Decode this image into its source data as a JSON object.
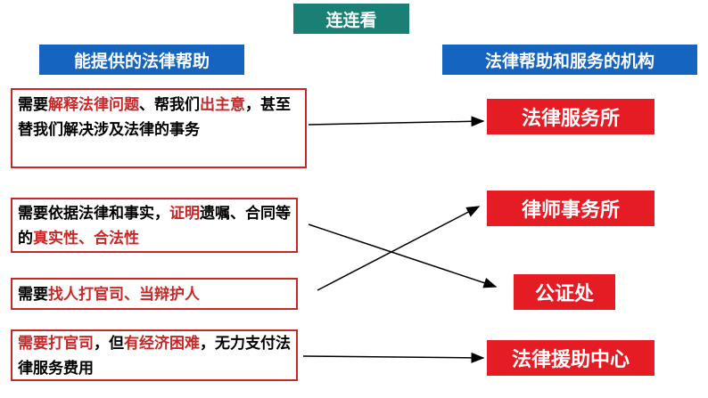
{
  "title": "连连看",
  "headers": {
    "left": "能提供的法律帮助",
    "right": "法律帮助和服务的机构"
  },
  "left_items": [
    {
      "parts": [
        {
          "text": "需要",
          "hl": false
        },
        {
          "text": "解释法律问题",
          "hl": true
        },
        {
          "text": "、帮我们",
          "hl": false
        },
        {
          "text": "出主意",
          "hl": true
        },
        {
          "text": "，甚至替我们解决涉及法律的事务",
          "hl": false
        }
      ]
    },
    {
      "parts": [
        {
          "text": "需要依据法律和事实，",
          "hl": false
        },
        {
          "text": "证明",
          "hl": true
        },
        {
          "text": "遗嘱、合同等的",
          "hl": false
        },
        {
          "text": "真实性、合法性",
          "hl": true
        }
      ]
    },
    {
      "parts": [
        {
          "text": "需要",
          "hl": false
        },
        {
          "text": "找人打官司、当辩护人",
          "hl": true
        }
      ]
    },
    {
      "parts": [
        {
          "text": "需要打官司",
          "hl": true
        },
        {
          "text": "，但",
          "hl": false
        },
        {
          "text": "有经济困难",
          "hl": true
        },
        {
          "text": "，无力支付法律服务费用",
          "hl": false
        }
      ]
    }
  ],
  "right_items": [
    "法律服务所",
    "律师事务所",
    "公证处",
    "法律援助中心"
  ]
}
